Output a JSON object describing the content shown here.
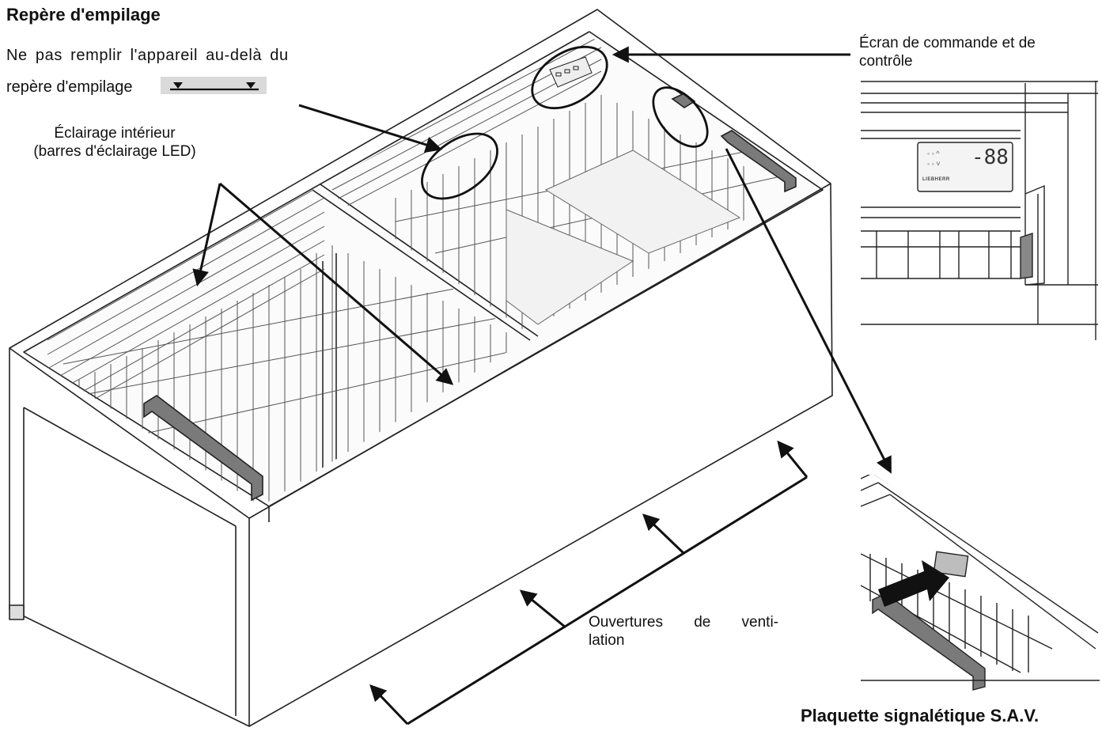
{
  "stacking": {
    "title": "Repère d'empilage",
    "note_line1": "Ne pas remplir l'appareil au-delà du",
    "note_line2": "repère d'empilage"
  },
  "labels": {
    "lighting_line1": "Éclairage intérieur",
    "lighting_line2": "(barres d'éclairage LED)",
    "control_line1": "Écran de commande et de",
    "control_line2": "contrôle",
    "vent_line1": "Ouvertures de venti-",
    "vent_line2": "lation",
    "nameplate": "Plaquette signalétique S.A.V."
  },
  "control_panel": {
    "display": "-88",
    "brand": "LIEBHERR"
  }
}
